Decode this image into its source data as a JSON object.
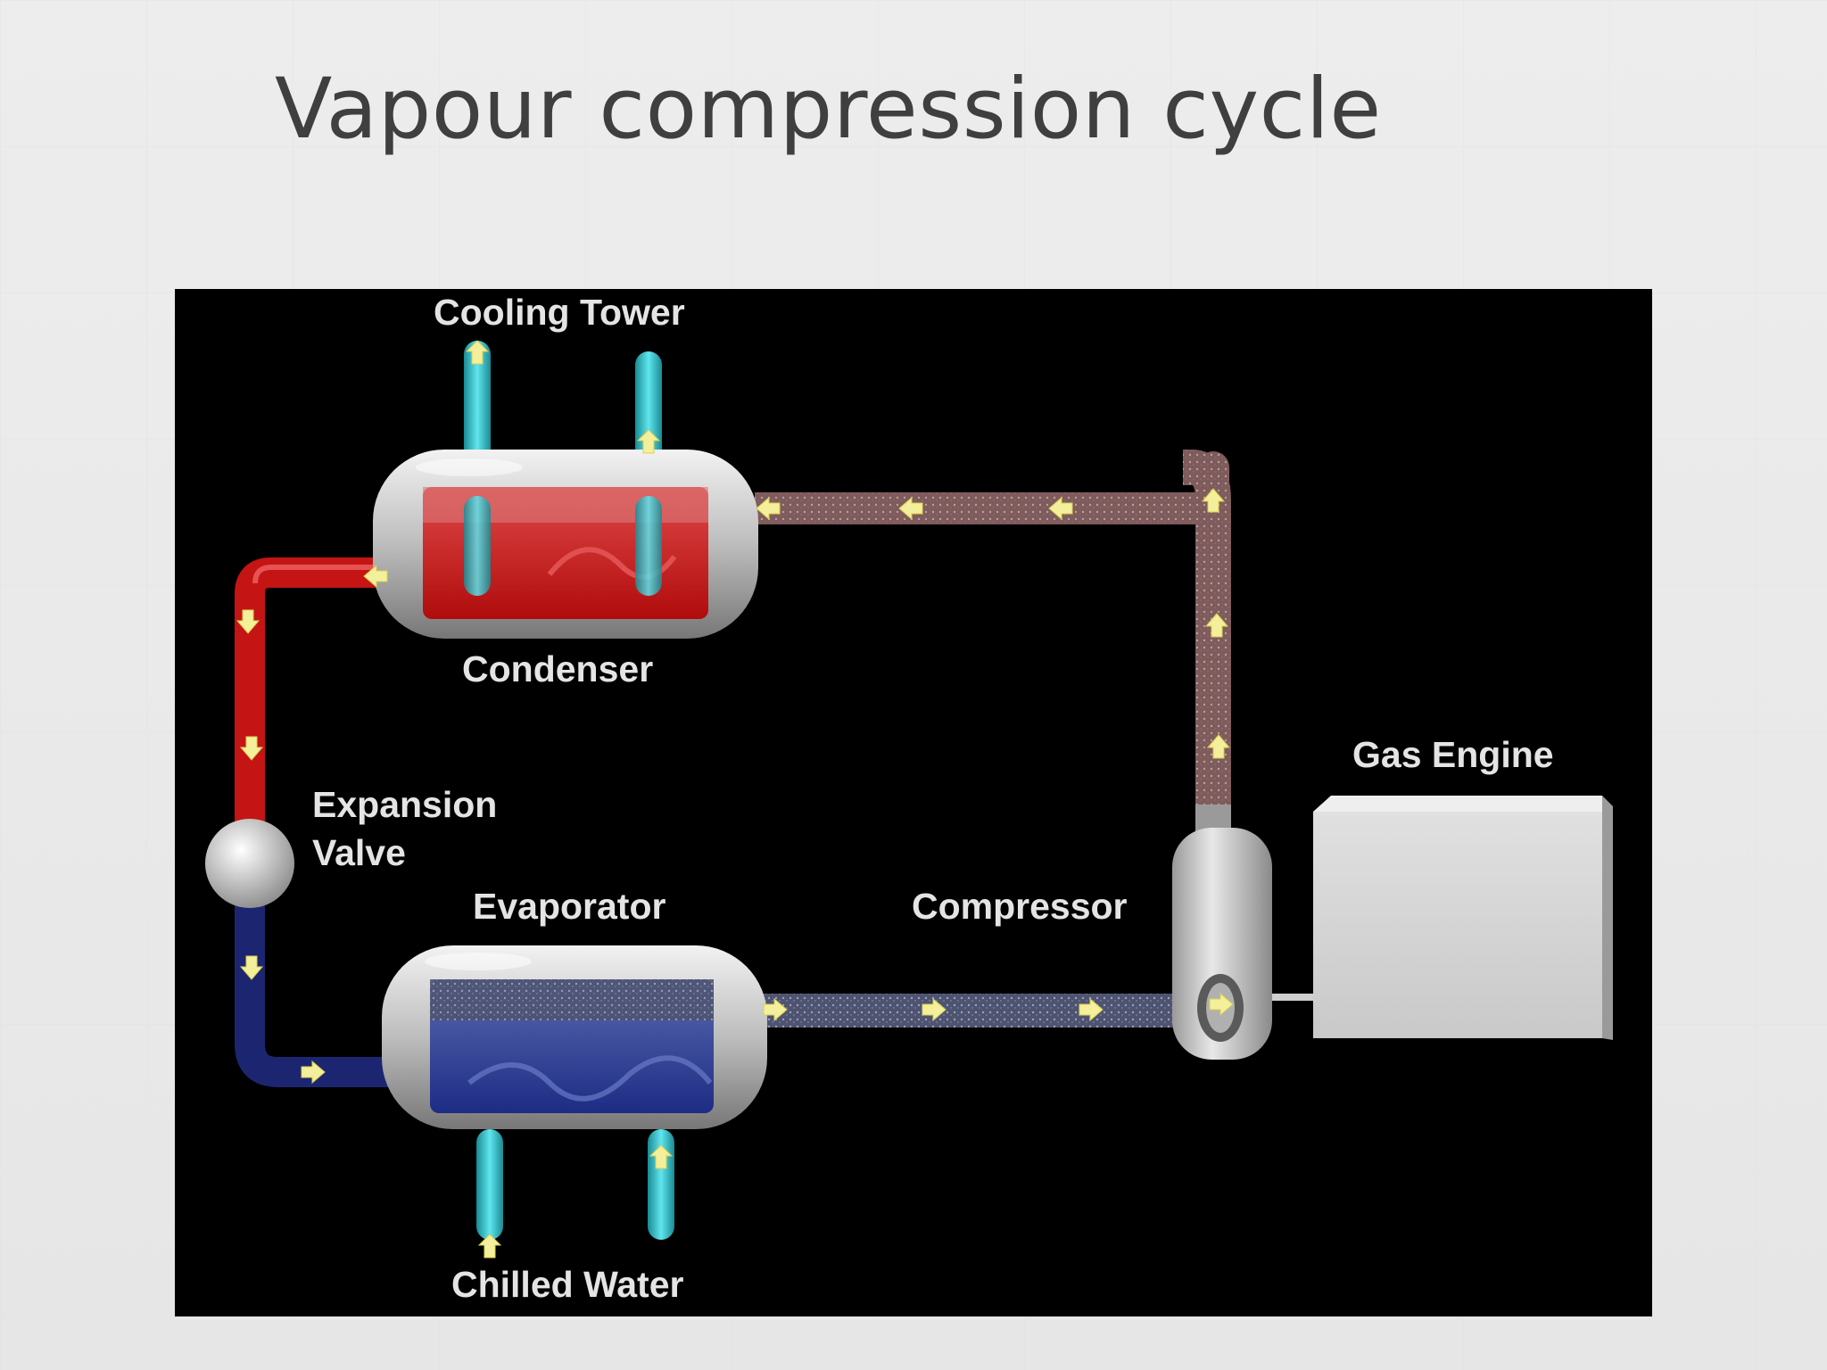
{
  "slide": {
    "title": "Vapour compression cycle"
  },
  "diagram": {
    "labels": {
      "cooling_tower": "Cooling Tower",
      "condenser": "Condenser",
      "expansion_valve_line1": "Expansion",
      "expansion_valve_line2": "Valve",
      "evaporator": "Evaporator",
      "compressor": "Compressor",
      "gas_engine": "Gas Engine",
      "chilled_water": "Chilled Water"
    },
    "colors": {
      "background": "#000000",
      "hot_liquid": "#cc1010",
      "cold_liquid": "#1b2a7a",
      "hot_vapor": "#8a5a5a",
      "cold_vapor": "#5a5f7a",
      "water": "#33c3cc",
      "flow_arrow": "#f4ef9a"
    }
  }
}
